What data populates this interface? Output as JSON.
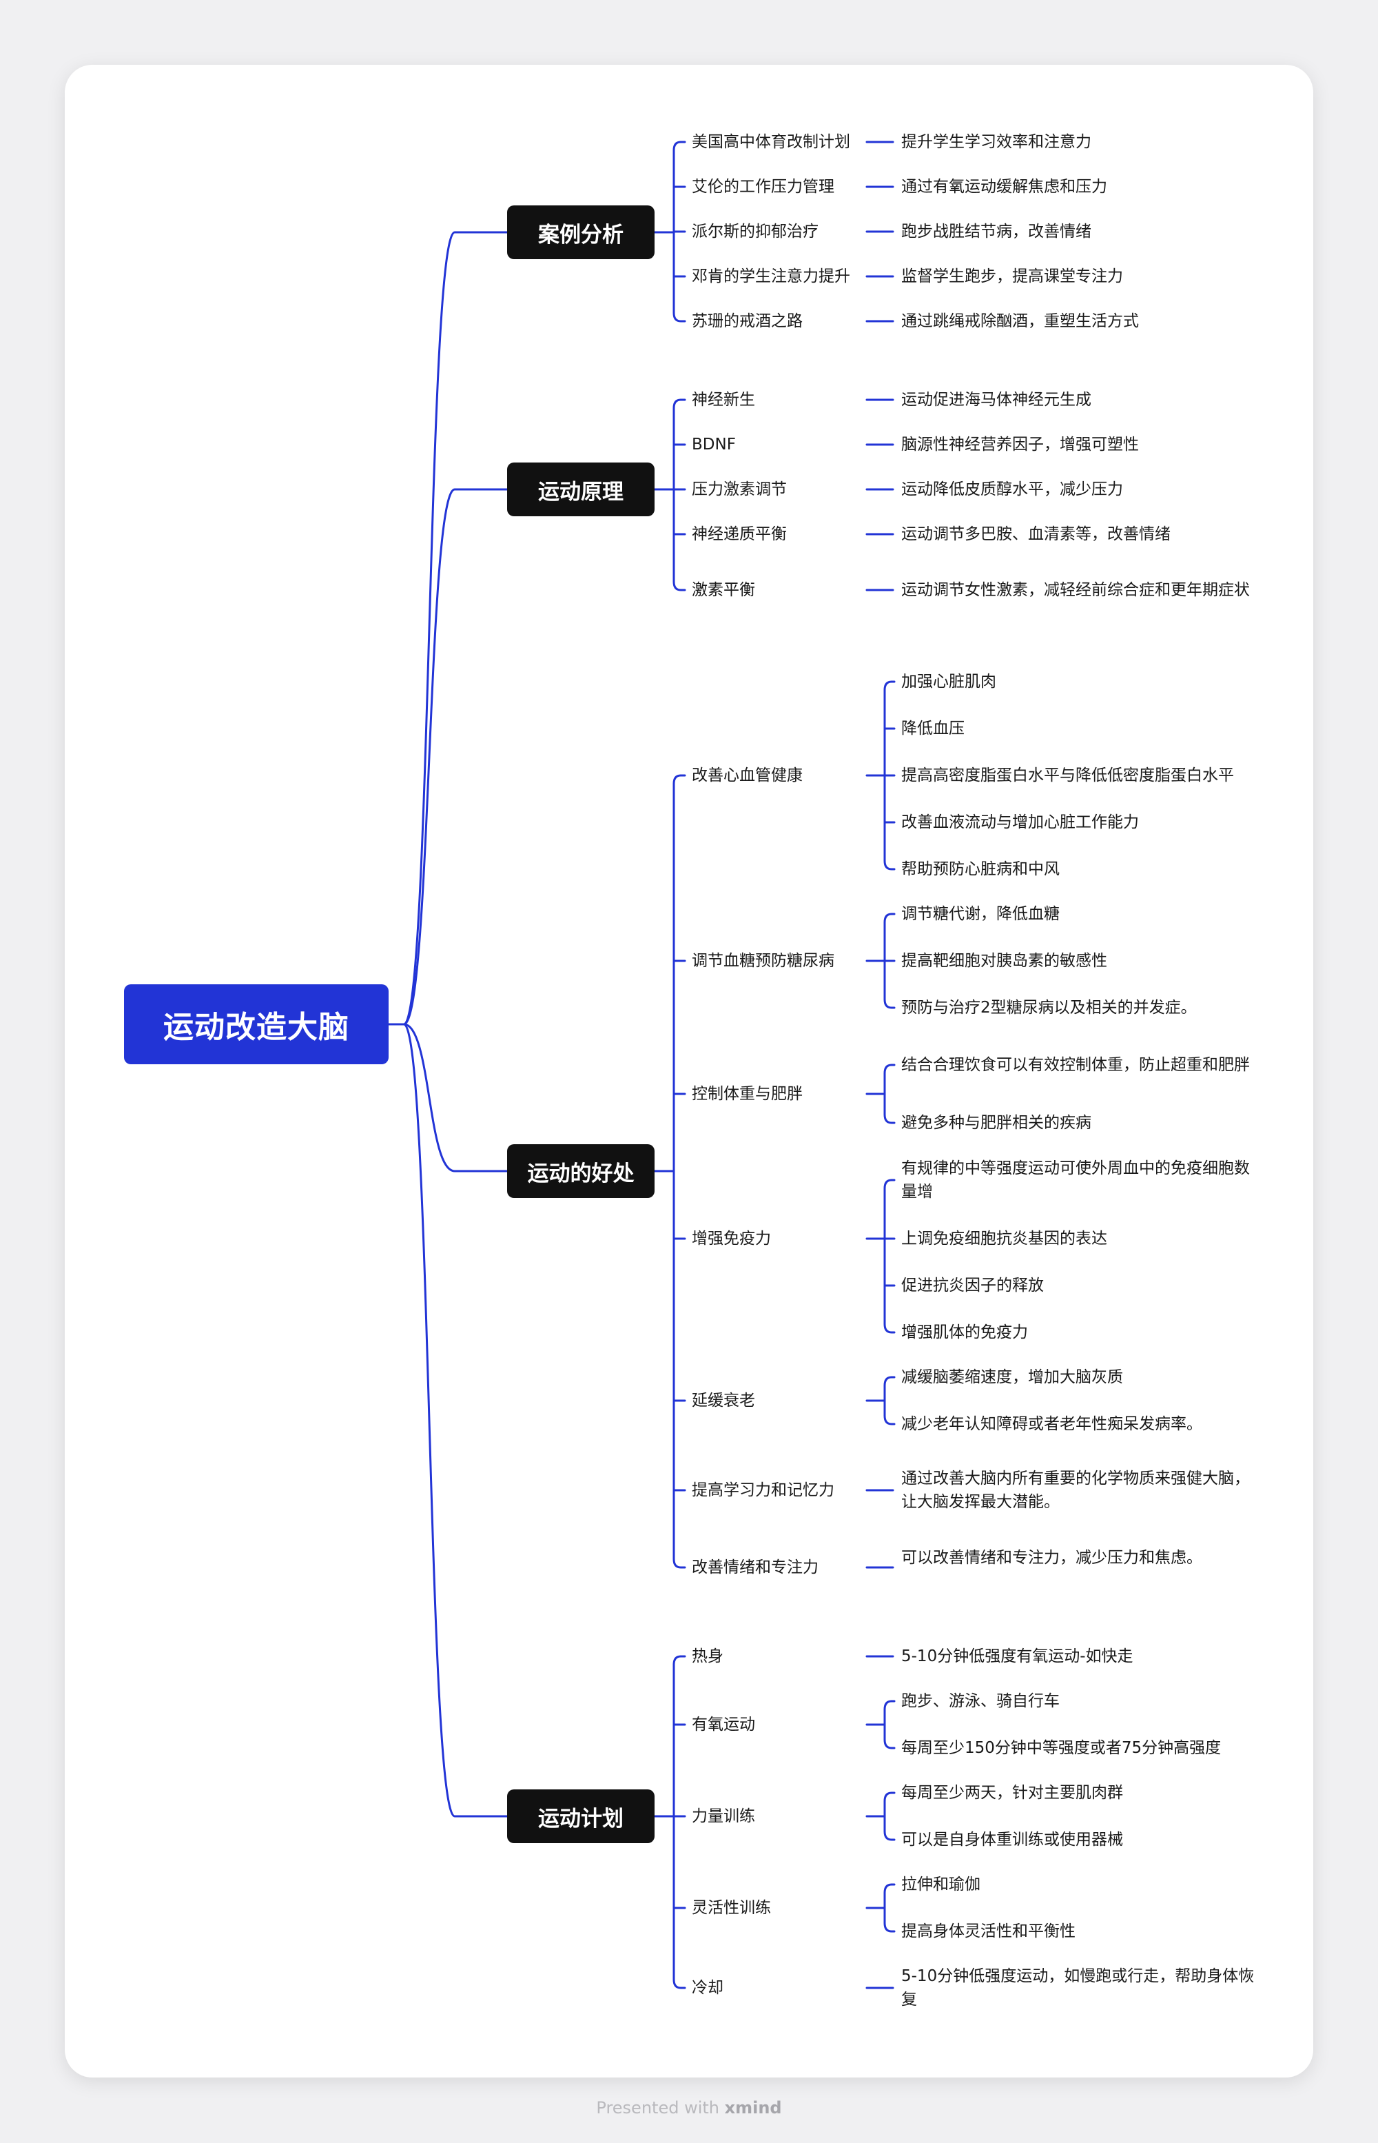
{
  "root": "运动改造大脑",
  "topics": [
    {
      "label": "案例分析",
      "subs": [
        {
          "label": "美国高中体育改制计划",
          "leaves": [
            "提升学生学习效率和注意力"
          ]
        },
        {
          "label": "艾伦的工作压力管理",
          "leaves": [
            "通过有氧运动缓解焦虑和压力"
          ]
        },
        {
          "label": "派尔斯的抑郁治疗",
          "leaves": [
            "跑步战胜结节病，改善情绪"
          ]
        },
        {
          "label": "邓肯的学生注意力提升",
          "leaves": [
            "监督学生跑步，提高课堂专注力"
          ]
        },
        {
          "label": "苏珊的戒酒之路",
          "leaves": [
            "通过跳绳戒除酗酒，重塑生活方式"
          ]
        }
      ]
    },
    {
      "label": "运动原理",
      "subs": [
        {
          "label": "神经新生",
          "leaves": [
            "运动促进海马体神经元生成"
          ]
        },
        {
          "label": "BDNF",
          "leaves": [
            "脑源性神经营养因子，增强可塑性"
          ]
        },
        {
          "label": "压力激素调节",
          "leaves": [
            "运动降低皮质醇水平，减少压力"
          ]
        },
        {
          "label": "神经递质平衡",
          "leaves": [
            "运动调节多巴胺、血清素等，改善情绪"
          ]
        },
        {
          "label": "激素平衡",
          "leaves": [
            "运动调节女性激素，减轻经前综合症和更年期症状"
          ]
        }
      ]
    },
    {
      "label": "运动的好处",
      "subs": [
        {
          "label": "改善心血管健康",
          "leaves": [
            "加强心脏肌肉",
            "降低血压",
            "提高高密度脂蛋白水平与降低低密度脂蛋白水平",
            "改善血液流动与增加心脏工作能力",
            "帮助预防心脏病和中风"
          ]
        },
        {
          "label": "调节血糖预防糖尿病",
          "leaves": [
            "调节糖代谢，降低血糖",
            "提高靶细胞对胰岛素的敏感性",
            "预防与治疗2型糖尿病以及相关的并发症。"
          ]
        },
        {
          "label": "控制体重与肥胖",
          "leaves": [
            "结合合理饮食可以有效控制体重，防止超重和肥胖",
            "避免多种与肥胖相关的疾病"
          ]
        },
        {
          "label": "增强免疫力",
          "leaves": [
            "有规律的中等强度运动可使外周血中的免疫细胞数量增",
            "上调免疫细胞抗炎基因的表达",
            "促进抗炎因子的释放",
            "增强肌体的免疫力"
          ]
        },
        {
          "label": "延缓衰老",
          "leaves": [
            "减缓脑萎缩速度，增加大脑灰质",
            "减少老年认知障碍或者老年性痴呆发病率。"
          ]
        },
        {
          "label": "提高学习力和记忆力",
          "leaves": [
            "通过改善大脑内所有重要的化学物质来强健大脑，让大脑发挥最大潜能。"
          ]
        },
        {
          "label": "改善情绪和专注力",
          "leaves": [
            "可以改善情绪和专注力，减少压力和焦虑。"
          ]
        }
      ]
    },
    {
      "label": "运动计划",
      "subs": [
        {
          "label": "热身",
          "leaves": [
            "5-10分钟低强度有氧运动-如快走"
          ]
        },
        {
          "label": "有氧运动",
          "leaves": [
            "跑步、游泳、骑自行车",
            "每周至少150分钟中等强度或者75分钟高强度"
          ]
        },
        {
          "label": "力量训练",
          "leaves": [
            "每周至少两天，针对主要肌肉群",
            "可以是自身体重训练或使用器械"
          ]
        },
        {
          "label": "灵活性训练",
          "leaves": [
            "拉伸和瑜伽",
            "提高身体灵活性和平衡性"
          ]
        },
        {
          "label": "冷却",
          "leaves": [
            "5-10分钟低强度运动，如慢跑或行走，帮助身体恢复"
          ]
        }
      ]
    }
  ],
  "footer": {
    "prefix": "Presented with",
    "brand": "xmind"
  },
  "colors": {
    "line": "#2234d6",
    "root_bg": "#2234d6",
    "topic_bg": "#111111"
  }
}
